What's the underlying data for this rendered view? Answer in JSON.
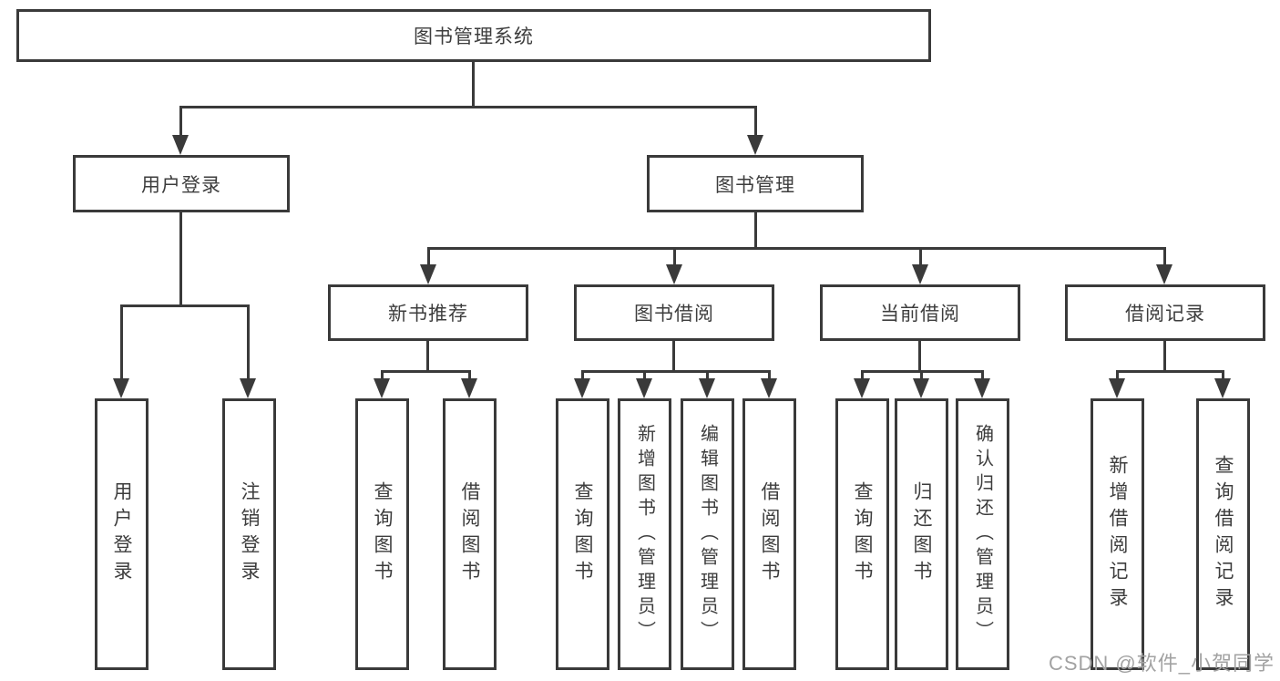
{
  "diagram": {
    "title": "图书管理系统",
    "branches": {
      "user": {
        "label": "用户登录"
      },
      "book": {
        "label": "图书管理"
      }
    },
    "modules": {
      "recommend": {
        "label": "新书推荐"
      },
      "borrow": {
        "label": "图书借阅"
      },
      "current": {
        "label": "当前借阅"
      },
      "records": {
        "label": "借阅记录"
      }
    },
    "leaves": {
      "user": [
        "用户登录",
        "注销登录"
      ],
      "recommend": [
        "查询图书",
        "借阅图书"
      ],
      "borrow": [
        "查询图书",
        "新增图书（管理员）",
        "编辑图书（管理员）",
        "借阅图书"
      ],
      "current": [
        "查询图书",
        "归还图书",
        "确认归还（管理员）"
      ],
      "records": [
        "新增借阅记录",
        "查询借阅记录"
      ]
    }
  },
  "watermark": "CSDN @软件_小贺同学",
  "colors": {
    "line": "#3a3a3a",
    "text": "#3d3d3d",
    "background": "#ffffff",
    "watermark": "#a2a2a2"
  }
}
